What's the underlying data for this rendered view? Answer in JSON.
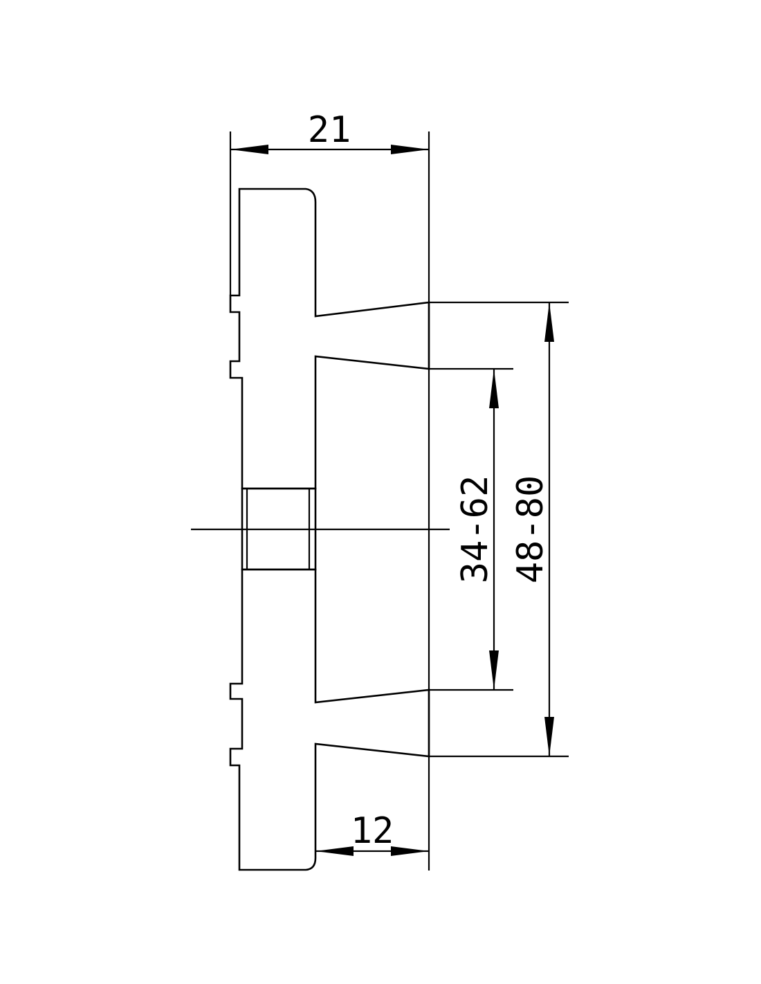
{
  "drawing": {
    "line_color": "#000000",
    "background_color": "#ffffff",
    "dimensions": {
      "total_width": "21",
      "cone_depth": "12",
      "inner_diameter_range": "34-62",
      "outer_diameter_range": "48-80"
    }
  }
}
